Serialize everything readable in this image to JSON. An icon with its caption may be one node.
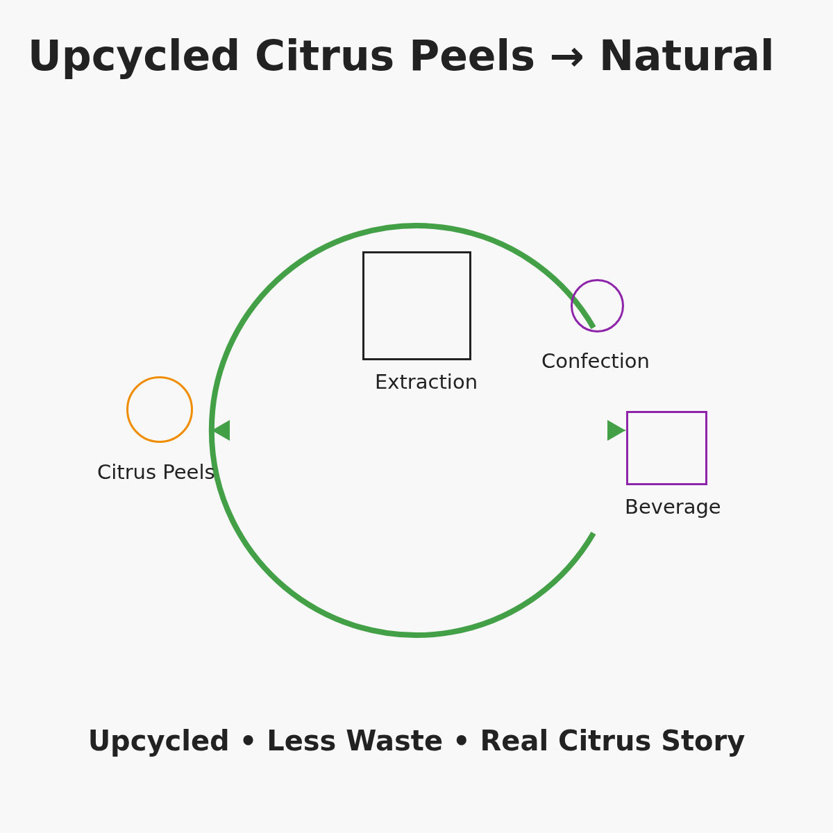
{
  "diagram": {
    "title": "Upcycled Citrus Peels → Natural",
    "nodes": [
      {
        "text": [
          "Citrus Peels"
        ]
      },
      {
        "text": [
          "Extraction"
        ]
      },
      {
        "text": [
          "Confection"
        ]
      },
      {
        "text": [
          "Beverage"
        ]
      }
    ],
    "edges": [
      {
        "from": 2,
        "to": null,
        "arrow": "none",
        "style": "thick"
      },
      {
        "from": null,
        "to": 0,
        "arrow": "to"
      },
      {
        "from": null,
        "to": 3,
        "arrow": "to"
      }
    ],
    "caption": "Upcycled • Less Waste • Real Citrus Story"
  }
}
